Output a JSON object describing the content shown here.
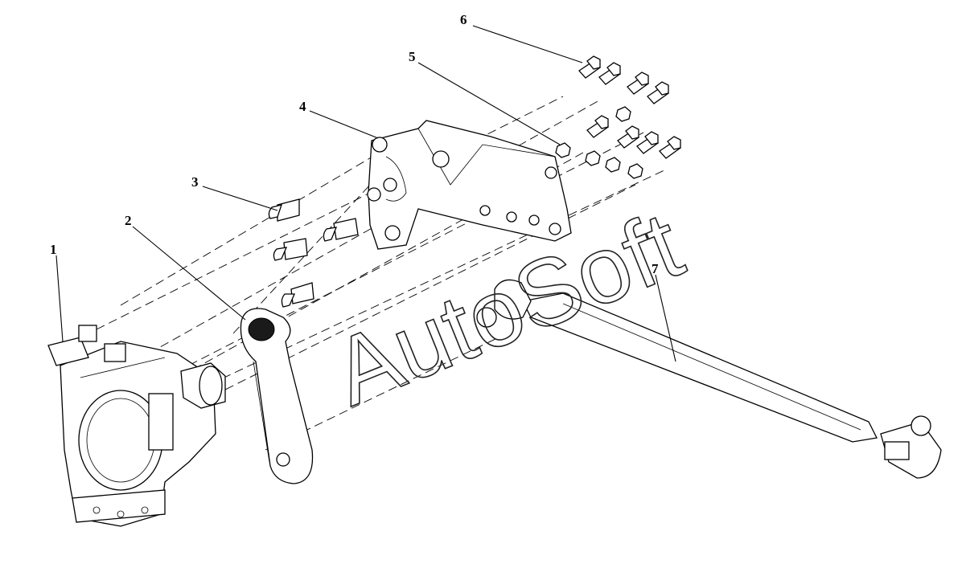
{
  "callouts": [
    {
      "id": "1",
      "label": "1"
    },
    {
      "id": "2",
      "label": "2"
    },
    {
      "id": "3",
      "label": "3"
    },
    {
      "id": "4",
      "label": "4"
    },
    {
      "id": "5",
      "label": "5"
    },
    {
      "id": "6",
      "label": "6"
    },
    {
      "id": "7",
      "label": "7"
    }
  ],
  "watermark": "AutoSoft"
}
